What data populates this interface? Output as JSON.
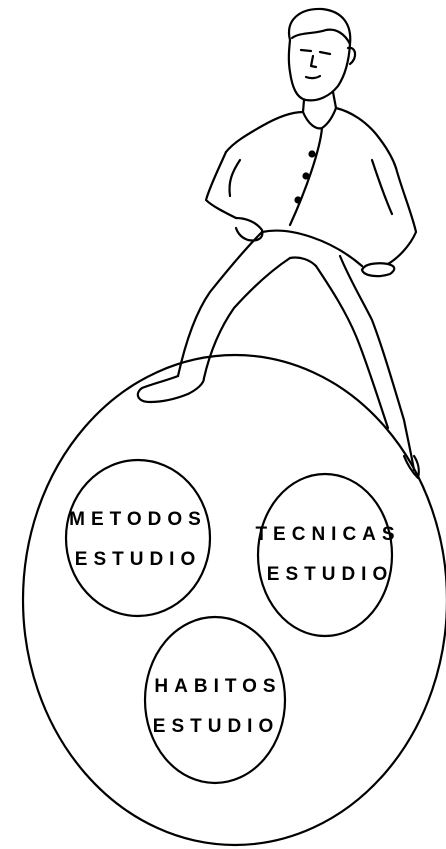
{
  "figure": {
    "circles": [
      {
        "line1": "METODOS",
        "line2": "ESTUDIO"
      },
      {
        "line1": "TECNICAS",
        "line2": "ESTUDIO"
      },
      {
        "line1": "HABITOS",
        "line2": "ESTUDIO"
      }
    ]
  }
}
